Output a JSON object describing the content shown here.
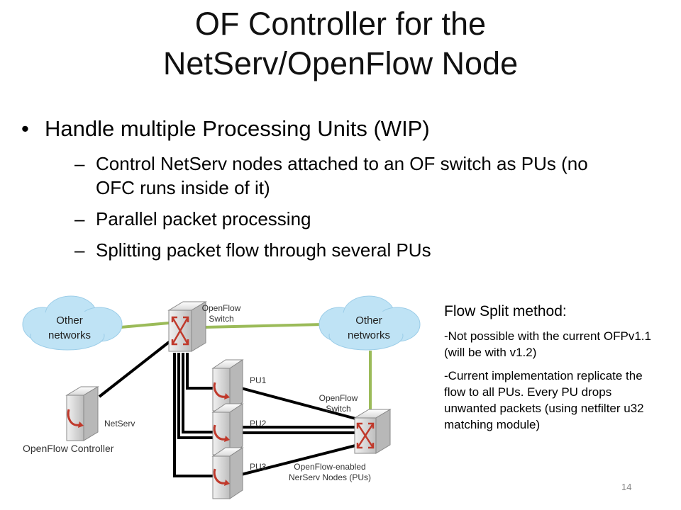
{
  "slide": {
    "title_line1": "OF Controller for the",
    "title_line2": "NetServ/OpenFlow Node",
    "bullet": "Handle multiple Processing Units (WIP)",
    "subbullets": [
      "Control NetServ nodes attached to an OF switch as PUs (no OFC runs inside of it)",
      "Parallel packet processing",
      "Splitting packet flow through several PUs"
    ],
    "page_number": "14"
  },
  "diagram": {
    "cloud_left": "Other networks",
    "cloud_right": "Other networks",
    "switch_top_label": "OpenFlow Switch",
    "switch_right_label": "OpenFlow Switch",
    "pu1": "PU1",
    "pu2": "PU2",
    "pu3": "PU3",
    "netserv_label": "NetServ",
    "controller_label": "OpenFlow Controller",
    "pus_label": "OpenFlow-enabled NerServ Nodes (PUs)",
    "colors": {
      "cloud": "#bfe3f5",
      "green_link": "#9bbb59",
      "black_link": "#000000",
      "red_arrow": "#c0392b"
    }
  },
  "side_text": {
    "heading": "Flow Split method:",
    "para1": "-Not possible with the current OFPv1.1 (will be with v1.2)",
    "para2": "-Current implementation replicate the flow to all PUs. Every PU drops unwanted packets (using netfilter u32 matching module)"
  }
}
